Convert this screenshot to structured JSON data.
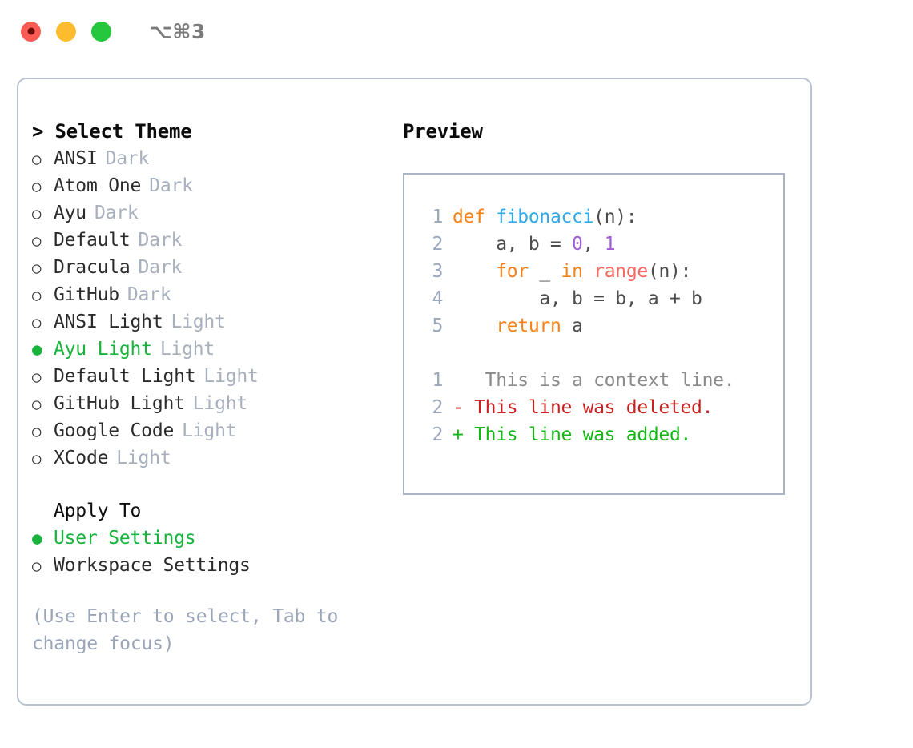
{
  "window": {
    "title": "⌥⌘3",
    "traffic_lights": [
      {
        "name": "close",
        "color": "#fc5b54"
      },
      {
        "name": "minimize",
        "color": "#fdbc2d"
      },
      {
        "name": "maximize",
        "color": "#25c73c"
      }
    ]
  },
  "theme_picker": {
    "heading": "> Select Theme",
    "items": [
      {
        "bullet": "○",
        "name": "ANSI",
        "variant": "Dark",
        "selected": false
      },
      {
        "bullet": "○",
        "name": "Atom One",
        "variant": "Dark",
        "selected": false
      },
      {
        "bullet": "○",
        "name": "Ayu",
        "variant": "Dark",
        "selected": false
      },
      {
        "bullet": "○",
        "name": "Default",
        "variant": "Dark",
        "selected": false
      },
      {
        "bullet": "○",
        "name": "Dracula",
        "variant": "Dark",
        "selected": false
      },
      {
        "bullet": "○",
        "name": "GitHub",
        "variant": "Dark",
        "selected": false
      },
      {
        "bullet": "○",
        "name": "ANSI Light",
        "variant": "Light",
        "selected": false
      },
      {
        "bullet": "●",
        "name": "Ayu Light",
        "variant": "Light",
        "selected": true
      },
      {
        "bullet": "○",
        "name": "Default Light",
        "variant": "Light",
        "selected": false
      },
      {
        "bullet": "○",
        "name": "GitHub Light",
        "variant": "Light",
        "selected": false
      },
      {
        "bullet": "○",
        "name": "Google Code",
        "variant": "Light",
        "selected": false
      },
      {
        "bullet": "○",
        "name": "XCode",
        "variant": "Light",
        "selected": false
      }
    ]
  },
  "apply_to": {
    "heading": "Apply To",
    "items": [
      {
        "bullet": "●",
        "name": "User Settings",
        "selected": true
      },
      {
        "bullet": "○",
        "name": "Workspace Settings",
        "selected": false
      }
    ]
  },
  "hint": "(Use Enter to select, Tab to change focus)",
  "preview": {
    "heading": "Preview",
    "code_lines": [
      {
        "no": "1",
        "tokens": [
          {
            "t": "def ",
            "c": "kw"
          },
          {
            "t": "fibonacci",
            "c": "fn"
          },
          {
            "t": "(n):",
            "c": "txt"
          }
        ]
      },
      {
        "no": "2",
        "tokens": [
          {
            "t": "    a, b = ",
            "c": "txt"
          },
          {
            "t": "0",
            "c": "num"
          },
          {
            "t": ", ",
            "c": "txt"
          },
          {
            "t": "1",
            "c": "num"
          }
        ]
      },
      {
        "no": "3",
        "tokens": [
          {
            "t": "    ",
            "c": "txt"
          },
          {
            "t": "for",
            "c": "kw"
          },
          {
            "t": " _ ",
            "c": "txt"
          },
          {
            "t": "in",
            "c": "kw"
          },
          {
            "t": " ",
            "c": "txt"
          },
          {
            "t": "range",
            "c": "bi"
          },
          {
            "t": "(n):",
            "c": "txt"
          }
        ]
      },
      {
        "no": "4",
        "tokens": [
          {
            "t": "        a, b = b, a + b",
            "c": "txt"
          }
        ]
      },
      {
        "no": "5",
        "tokens": [
          {
            "t": "    ",
            "c": "txt"
          },
          {
            "t": "return",
            "c": "kw"
          },
          {
            "t": " a",
            "c": "txt"
          }
        ]
      }
    ],
    "diff_lines": [
      {
        "no": "1",
        "marker": " ",
        "text": "  This is a context line.",
        "kind": "ctx"
      },
      {
        "no": "2",
        "marker": "-",
        "text": " This line was deleted.",
        "kind": "del"
      },
      {
        "no": "2",
        "marker": "+",
        "text": " This line was added.",
        "kind": "add"
      }
    ]
  },
  "colors": {
    "accent_green": "#18b33c",
    "muted": "#a8b0bd",
    "hint": "#9aa5b8",
    "border": "#b9c2d0",
    "keyword": "#f58218",
    "function": "#32a8e6",
    "number": "#a25cd6",
    "builtin": "#fa6a62",
    "diff_delete": "#cc1f1f",
    "diff_add": "#14b814"
  }
}
